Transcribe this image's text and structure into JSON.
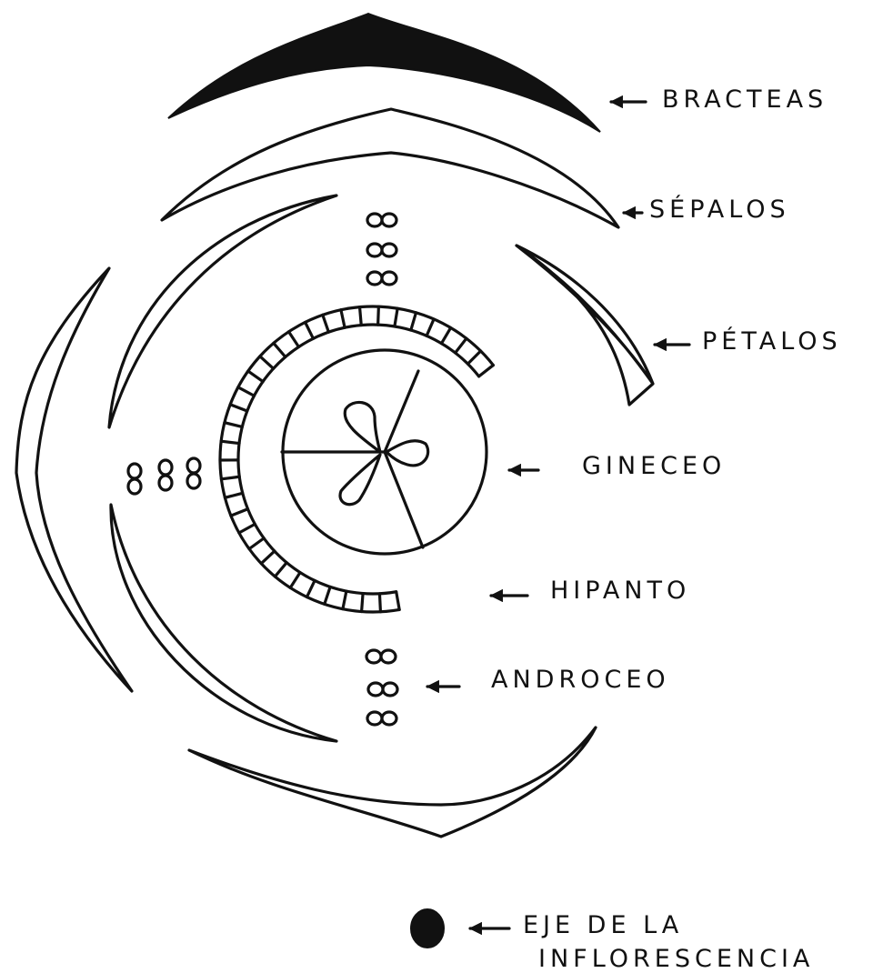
{
  "labels": {
    "bracteas": "BRACTEAS",
    "sepalos": "SÉPALOS",
    "petalos": "PÉTALOS",
    "gineceo": "GINECEO",
    "hipanto": "HIPANTO",
    "androceo": "ANDROCEO",
    "eje_line1": "EJE DE LA",
    "eje_line2": "INFLORESCENCIA"
  },
  "colors": {
    "ink": "#111111",
    "background": "#ffffff"
  },
  "hypanthium_segments": 34,
  "gynoecium_locules": 3
}
